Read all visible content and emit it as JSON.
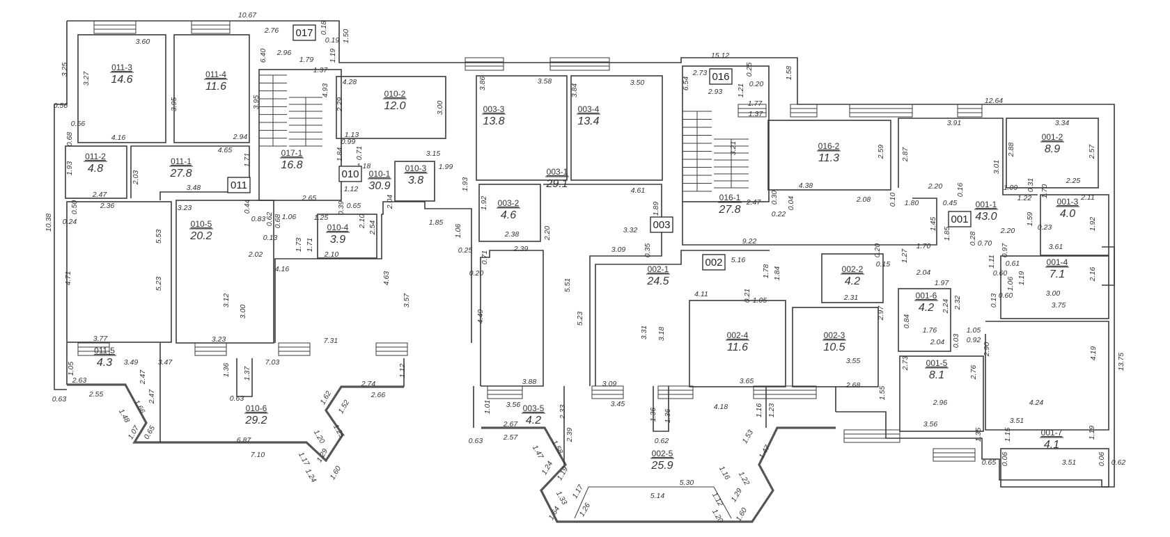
{
  "sections": [
    {
      "id": "017"
    },
    {
      "id": "011"
    },
    {
      "id": "010"
    },
    {
      "id": "003"
    },
    {
      "id": "016"
    },
    {
      "id": "002"
    },
    {
      "id": "001"
    }
  ],
  "rooms": [
    {
      "id": "011-3",
      "area": "14.6"
    },
    {
      "id": "011-4",
      "area": "11.6"
    },
    {
      "id": "011-2",
      "area": "4.8"
    },
    {
      "id": "011-1",
      "area": "27.8"
    },
    {
      "id": "017-1",
      "area": "16.8"
    },
    {
      "id": "010-2",
      "area": "12.0"
    },
    {
      "id": "010-1",
      "area": "30.9"
    },
    {
      "id": "010-3",
      "area": "3.8"
    },
    {
      "id": "010-4",
      "area": "3.9"
    },
    {
      "id": "010-5",
      "area": "20.2"
    },
    {
      "id": "011-5",
      "area": "4.3"
    },
    {
      "id": "010-6",
      "area": "29.2"
    },
    {
      "id": "003-3",
      "area": "13.8"
    },
    {
      "id": "003-4",
      "area": "13.4"
    },
    {
      "id": "003-2",
      "area": "4.6"
    },
    {
      "id": "003-1",
      "area": "29.1"
    },
    {
      "id": "016-1",
      "area": "27.8"
    },
    {
      "id": "016-2",
      "area": "11.3"
    },
    {
      "id": "002-1",
      "area": "24.5"
    },
    {
      "id": "002-2",
      "area": "4.2"
    },
    {
      "id": "002-4",
      "area": "11.6"
    },
    {
      "id": "002-3",
      "area": "10.5"
    },
    {
      "id": "003-5",
      "area": "4.2"
    },
    {
      "id": "002-5",
      "area": "25.9"
    },
    {
      "id": "001-1",
      "area": "43.0"
    },
    {
      "id": "001-2",
      "area": "8.9"
    },
    {
      "id": "001-3",
      "area": "4.0"
    },
    {
      "id": "001-4",
      "area": "7.1"
    },
    {
      "id": "001-6",
      "area": "4.2"
    },
    {
      "id": "001-5",
      "area": "8.1"
    },
    {
      "id": "001-7",
      "area": "4.1"
    }
  ],
  "dimensions": [
    "10.67",
    "3.60",
    "3.27",
    "3.25",
    "0.56",
    "3.95",
    "4.16",
    "0.56",
    "0.68",
    "2.94",
    "3.95",
    "2.76",
    "6.40",
    "2.96",
    "1.79",
    "1.37",
    "4.93",
    "1.50",
    "1.19",
    "0.18",
    "0.19",
    "4.65",
    "1.71",
    "1.93",
    "2.03",
    "2.47",
    "3.48",
    "2.36",
    "0.50",
    "0.24",
    "2.65",
    "1.06",
    "1.25",
    "0.39",
    "0.65",
    "2.10",
    "2.54",
    "3.23",
    "0.44",
    "0.83",
    "0.62",
    "0.68",
    "0.13",
    "5.53",
    "1.73",
    "1.71",
    "2.10",
    "2.02",
    "4.16",
    "4.71",
    "5.23",
    "3.12",
    "3.00",
    "4.63",
    "3.57",
    "3.77",
    "3.23",
    "7.31",
    "3.49",
    "3.47",
    "7.03",
    "1.05",
    "1.36",
    "1.37",
    "1.12",
    "2.63",
    "2.55",
    "0.63",
    "0.63",
    "2.47",
    "2.47",
    "1.66",
    "1.48",
    "1.07",
    "0.65",
    "6.87",
    "7.10",
    "1.17",
    "1.29",
    "1.24",
    "1.60",
    "1.20",
    "1.25",
    "1.62",
    "1.52",
    "2.74",
    "2.66",
    "4.28",
    "2.29",
    "3.00",
    "3.15",
    "1.13",
    "0.99",
    "0.71",
    "1.84",
    "1.18",
    "1.12",
    "2.04",
    "1.99",
    "1.93",
    "1.85",
    "1.06",
    "0.25",
    "3.86",
    "3.58",
    "3.84",
    "3.50",
    "1.92",
    "2.38",
    "2.20",
    "4.61",
    "1.89",
    "3.32",
    "2.39",
    "0.71",
    "0.20",
    "3.09",
    "0.35",
    "4.49",
    "5.51",
    "5.23",
    "3.31",
    "3.88",
    "3.09",
    "3.56",
    "3.45",
    "1.01",
    "2.33",
    "2.67",
    "2.57",
    "0.63",
    "2.39",
    "1.58",
    "1.47",
    "1.24",
    "1.19",
    "1.33",
    "1.17",
    "1.64",
    "1.26",
    "5.30",
    "5.14",
    "1.12",
    "1.29",
    "1.20",
    "1.60",
    "1.16",
    "1.22",
    "1.53",
    "1.47",
    "1.36",
    "1.36",
    "0.62",
    "1.16",
    "1.23",
    "4.18",
    "3.65",
    "3.18",
    "4.11",
    "0.21",
    "1.05",
    "1.78",
    "1.84",
    "5.16",
    "9.22",
    "2.73",
    "15.12",
    "6.54",
    "2.93",
    "0.25",
    "0.20",
    "1.58",
    "1.21",
    "1.77",
    "1.37",
    "3.21",
    "2.47",
    "0.30",
    "0.22",
    "0.04",
    "2.08",
    "0.10",
    "1.80",
    "4.38",
    "2.59",
    "2.97",
    "3.55",
    "2.68",
    "1.55",
    "2.31",
    "0.20",
    "0.15",
    "12.64",
    "3.91",
    "2.87",
    "3.01",
    "2.20",
    "0.16",
    "0.45",
    "1.45",
    "1.85",
    "1.70",
    "1.27",
    "0.28",
    "2.20",
    "1.59",
    "1.09",
    "0.31",
    "1.22",
    "1.70",
    "2.88",
    "3.34",
    "2.57",
    "2.25",
    "2.11",
    "1.92",
    "0.23",
    "3.61",
    "0.70",
    "0.97",
    "1.11",
    "0.61",
    "0.60",
    "1.06",
    "1.19",
    "2.16",
    "3.00",
    "0.13",
    "0.60",
    "3.75",
    "2.04",
    "1.97",
    "2.32",
    "2.24",
    "0.84",
    "1.76",
    "1.05",
    "0.92",
    "0.03",
    "2.04",
    "2.90",
    "2.73",
    "2.76",
    "4.19",
    "2.96",
    "4.24",
    "3.56",
    "3.51",
    "1.35",
    "1.15",
    "1.19",
    "13.75",
    "3.51",
    "0.65",
    "0.06",
    "0.06",
    "0.62",
    "10.38"
  ]
}
